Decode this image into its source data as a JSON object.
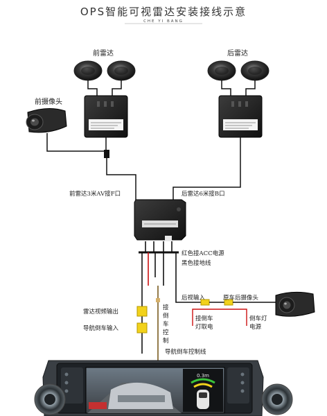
{
  "title": "OPS智能可视雷达安装接线示意",
  "subtitle": "CHE YI BANG",
  "labels": {
    "front_radar": "前雷达",
    "rear_radar": "后雷达",
    "front_camera": "前摄像头",
    "front_radar_cable": "前雷达3米AV接F口",
    "rear_radar_cable": "后雷达6米接B口",
    "red_acc": "红色接ACC电源",
    "black_ground": "黑色接地线",
    "rear_video_in": "后视输入",
    "orig_rear_camera": "原车后摄像头",
    "reverse_light_line1": "接倒车",
    "reverse_light_line2": "灯取电",
    "reverse_light_power_line1": "倒车灯",
    "reverse_light_power_line2": "电源",
    "radar_video_out": "雷达视频输出",
    "nav_reverse_in": "导航倒车输入",
    "reverse_ctrl_v1": "接",
    "reverse_ctrl_v2": "倒",
    "reverse_ctrl_v3": "车",
    "reverse_ctrl_v4": "控",
    "reverse_ctrl_v5": "制",
    "nav_reverse_ctrl_line": "导航倒车控制线",
    "screen_distance": "0.3m"
  },
  "colors": {
    "wire": "#111111",
    "acc_wire": "#cc1111",
    "connector": "#f2d21c",
    "brown_wire": "#7a5a1e",
    "camera_body": "#2a2a2a"
  }
}
